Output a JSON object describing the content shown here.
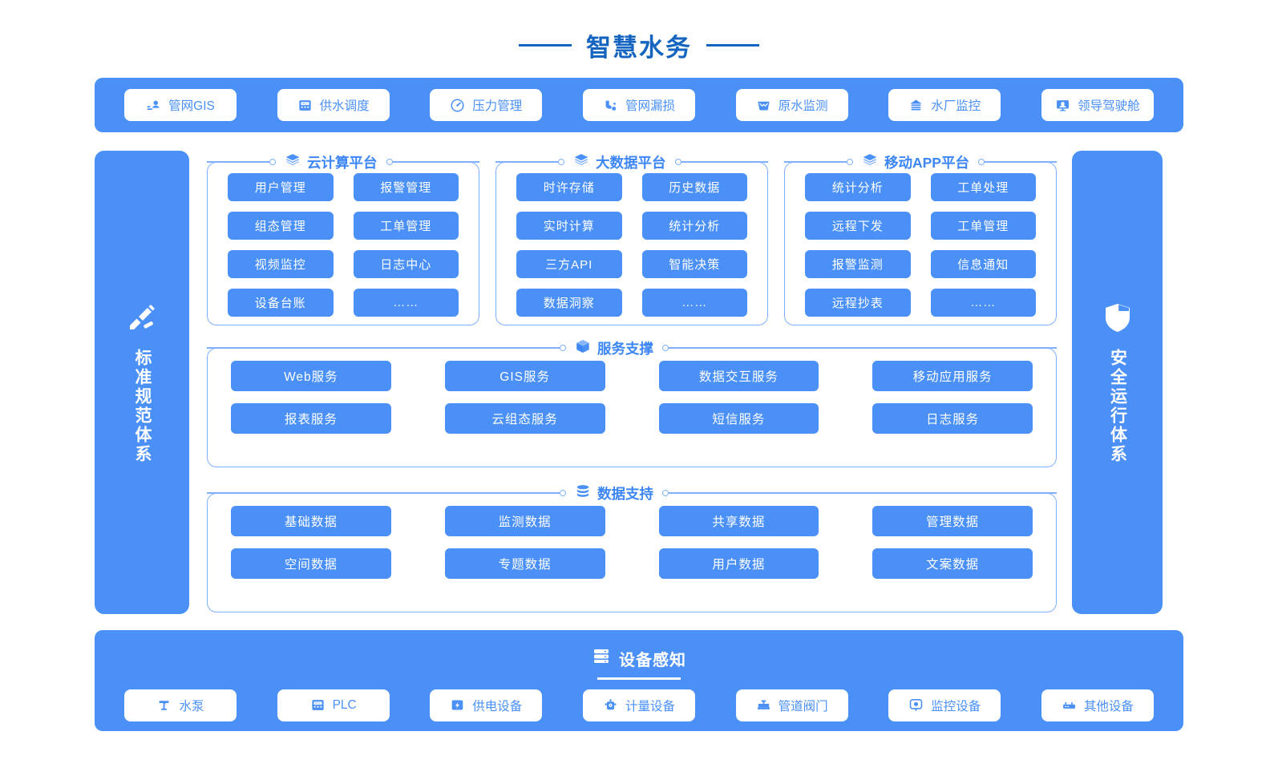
{
  "header": {
    "title": "智慧水务"
  },
  "topnav": {
    "items": [
      {
        "label": "管网GIS",
        "icon": "map-pin-network-icon"
      },
      {
        "label": "供水调度",
        "icon": "plc-controller-icon"
      },
      {
        "label": "压力管理",
        "icon": "gauge-icon"
      },
      {
        "label": "管网漏损",
        "icon": "pipe-leak-icon"
      },
      {
        "label": "原水监测",
        "icon": "water-basin-icon"
      },
      {
        "label": "水厂监控",
        "icon": "factory-icon"
      },
      {
        "label": "领导驾驶舱",
        "icon": "monitor-dashboard-icon"
      }
    ]
  },
  "left_sidebar": {
    "icon": "ruler-pencil-icon",
    "label": "标准规范体系"
  },
  "right_sidebar": {
    "icon": "shield-icon",
    "label": "安全运行体系"
  },
  "platforms": [
    {
      "title": "云计算平台",
      "icon": "layers-icon",
      "tiles": [
        "用户管理",
        "报警管理",
        "组态管理",
        "工单管理",
        "视频监控",
        "日志中心",
        "设备台账",
        "……"
      ]
    },
    {
      "title": "大数据平台",
      "icon": "layers-icon",
      "tiles": [
        "时许存储",
        "历史数据",
        "实时计算",
        "统计分析",
        "三方API",
        "智能决策",
        "数据洞察",
        "……"
      ]
    },
    {
      "title": "移动APP平台",
      "icon": "layers-icon",
      "tiles": [
        "统计分析",
        "工单处理",
        "远程下发",
        "工单管理",
        "报警监测",
        "信息通知",
        "远程抄表",
        "……"
      ]
    }
  ],
  "service_support": {
    "title": "服务支撑",
    "icon": "cube-icon",
    "tiles": [
      "Web服务",
      "GIS服务",
      "数据交互服务",
      "移动应用服务",
      "报表服务",
      "云组态服务",
      "短信服务",
      "日志服务"
    ]
  },
  "data_support": {
    "title": "数据支持",
    "icon": "database-icon",
    "tiles": [
      "基础数据",
      "监测数据",
      "共享数据",
      "管理数据",
      "空间数据",
      "专题数据",
      "用户数据",
      "文案数据"
    ]
  },
  "device_sensing": {
    "title": "设备感知",
    "icon": "server-stack-icon",
    "items": [
      {
        "label": "水泵",
        "icon": "water-pump-icon"
      },
      {
        "label": "PLC",
        "icon": "plc-controller-icon"
      },
      {
        "label": "供电设备",
        "icon": "power-supply-icon"
      },
      {
        "label": "计量设备",
        "icon": "water-meter-icon"
      },
      {
        "label": "管道阀门",
        "icon": "pipe-valve-icon"
      },
      {
        "label": "监控设备",
        "icon": "cctv-camera-icon"
      },
      {
        "label": "其他设备",
        "icon": "router-device-icon"
      }
    ]
  },
  "colors": {
    "brand_blue": "#4a90f7",
    "title_blue": "#1565c0",
    "panel_border": "#7fb2fb",
    "heading_blue": "#3d86f5",
    "white": "#ffffff"
  }
}
